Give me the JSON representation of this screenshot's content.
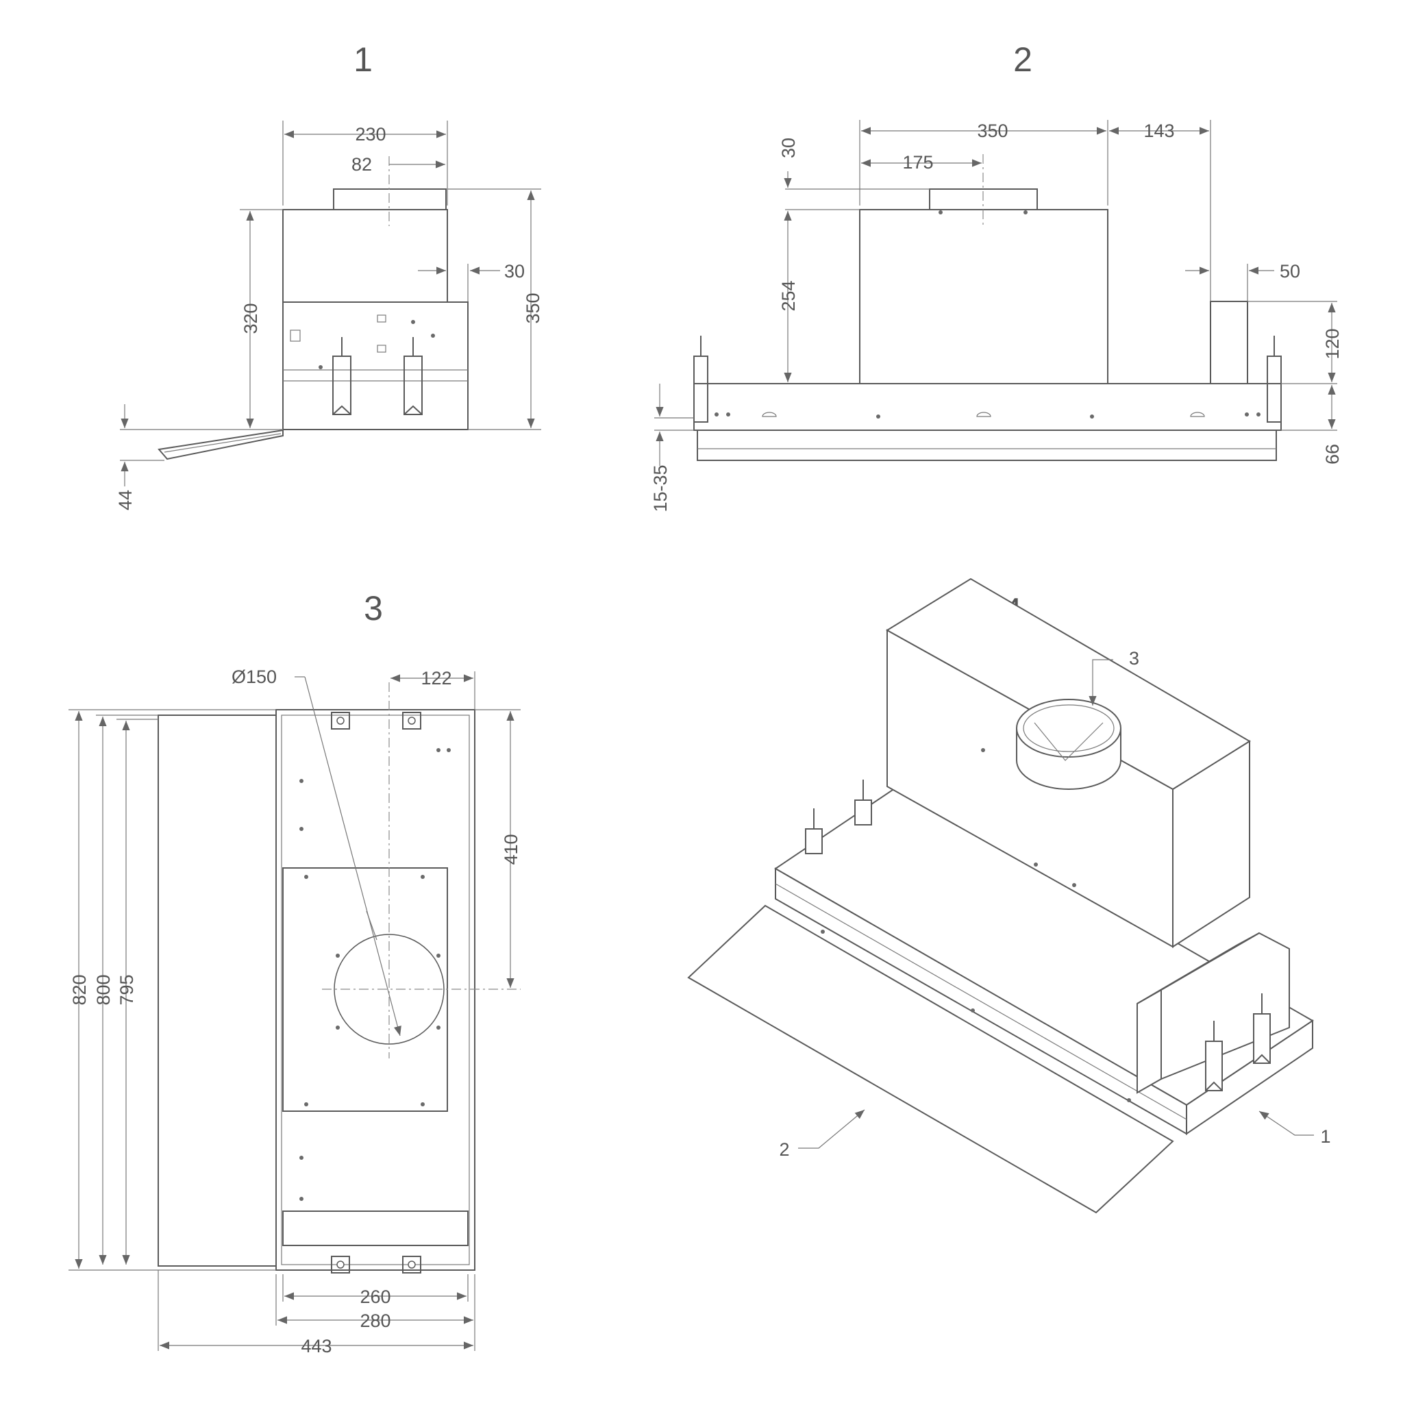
{
  "views": {
    "v1": {
      "number": "1",
      "dims": {
        "width": "230",
        "offset": "82",
        "flange": "30",
        "height_body": "320",
        "height_total": "350",
        "bracket": "44"
      }
    },
    "v2": {
      "number": "2",
      "dims": {
        "width": "350",
        "half": "175",
        "side": "143",
        "collar": "30",
        "body": "254",
        "right": "50",
        "box": "120",
        "plate": "66",
        "adjust": "15-35"
      }
    },
    "v3": {
      "number": "3",
      "dims": {
        "diameter": "Ø150",
        "offset": "122",
        "to_center": "410",
        "h820": "820",
        "h800": "800",
        "h795": "795",
        "w260": "260",
        "w280": "280",
        "w443": "443"
      }
    },
    "v4": {
      "number": "4",
      "callouts": {
        "c1": "1",
        "c2": "2",
        "c3": "3"
      }
    }
  },
  "colors": {
    "line": "#5a5a5a",
    "text": "#555555",
    "background": "#ffffff"
  }
}
